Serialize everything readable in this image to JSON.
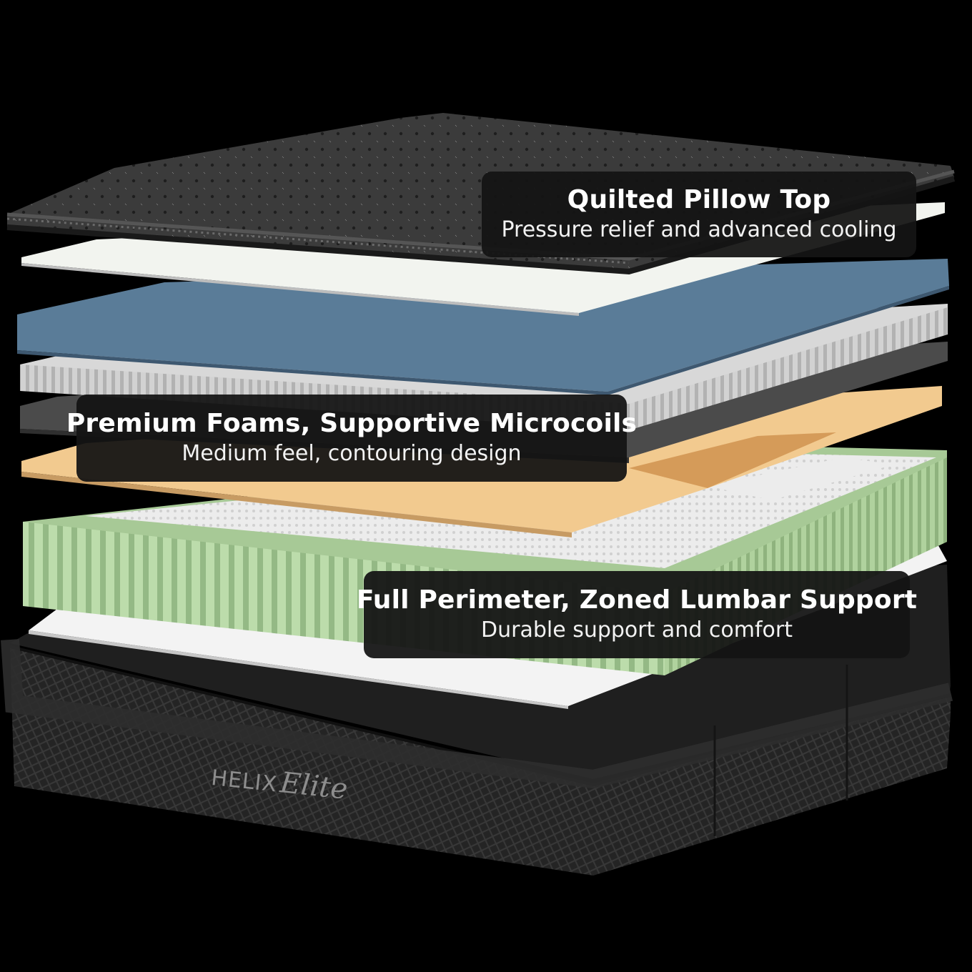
{
  "image": {
    "subject": "layered mattress cutaway"
  },
  "callouts": [
    {
      "title": "Quilted Pillow Top",
      "subtitle": "Pressure relief and advanced cooling"
    },
    {
      "title": "Premium Foams, Supportive Microcoils",
      "subtitle": "Medium feel, contouring design"
    },
    {
      "title": "Full Perimeter, Zoned Lumbar Support",
      "subtitle": "Durable support and comfort"
    }
  ],
  "brand": {
    "word": "HELIX",
    "script": "Elite"
  },
  "colors": {
    "background": "#000000",
    "callout_bg": "#141414",
    "pillow_top": "#3a3a3a",
    "white_foam": "#f1f3ef",
    "blue_foam": "#587a96",
    "microcoil": "#cfcfcf",
    "gray_foam": "#4a4a4a",
    "tan_foam": "#f0c98e",
    "tan_zone": "#d59b59",
    "green_coils": "#b5d5a5",
    "base_cover": "#262626"
  }
}
